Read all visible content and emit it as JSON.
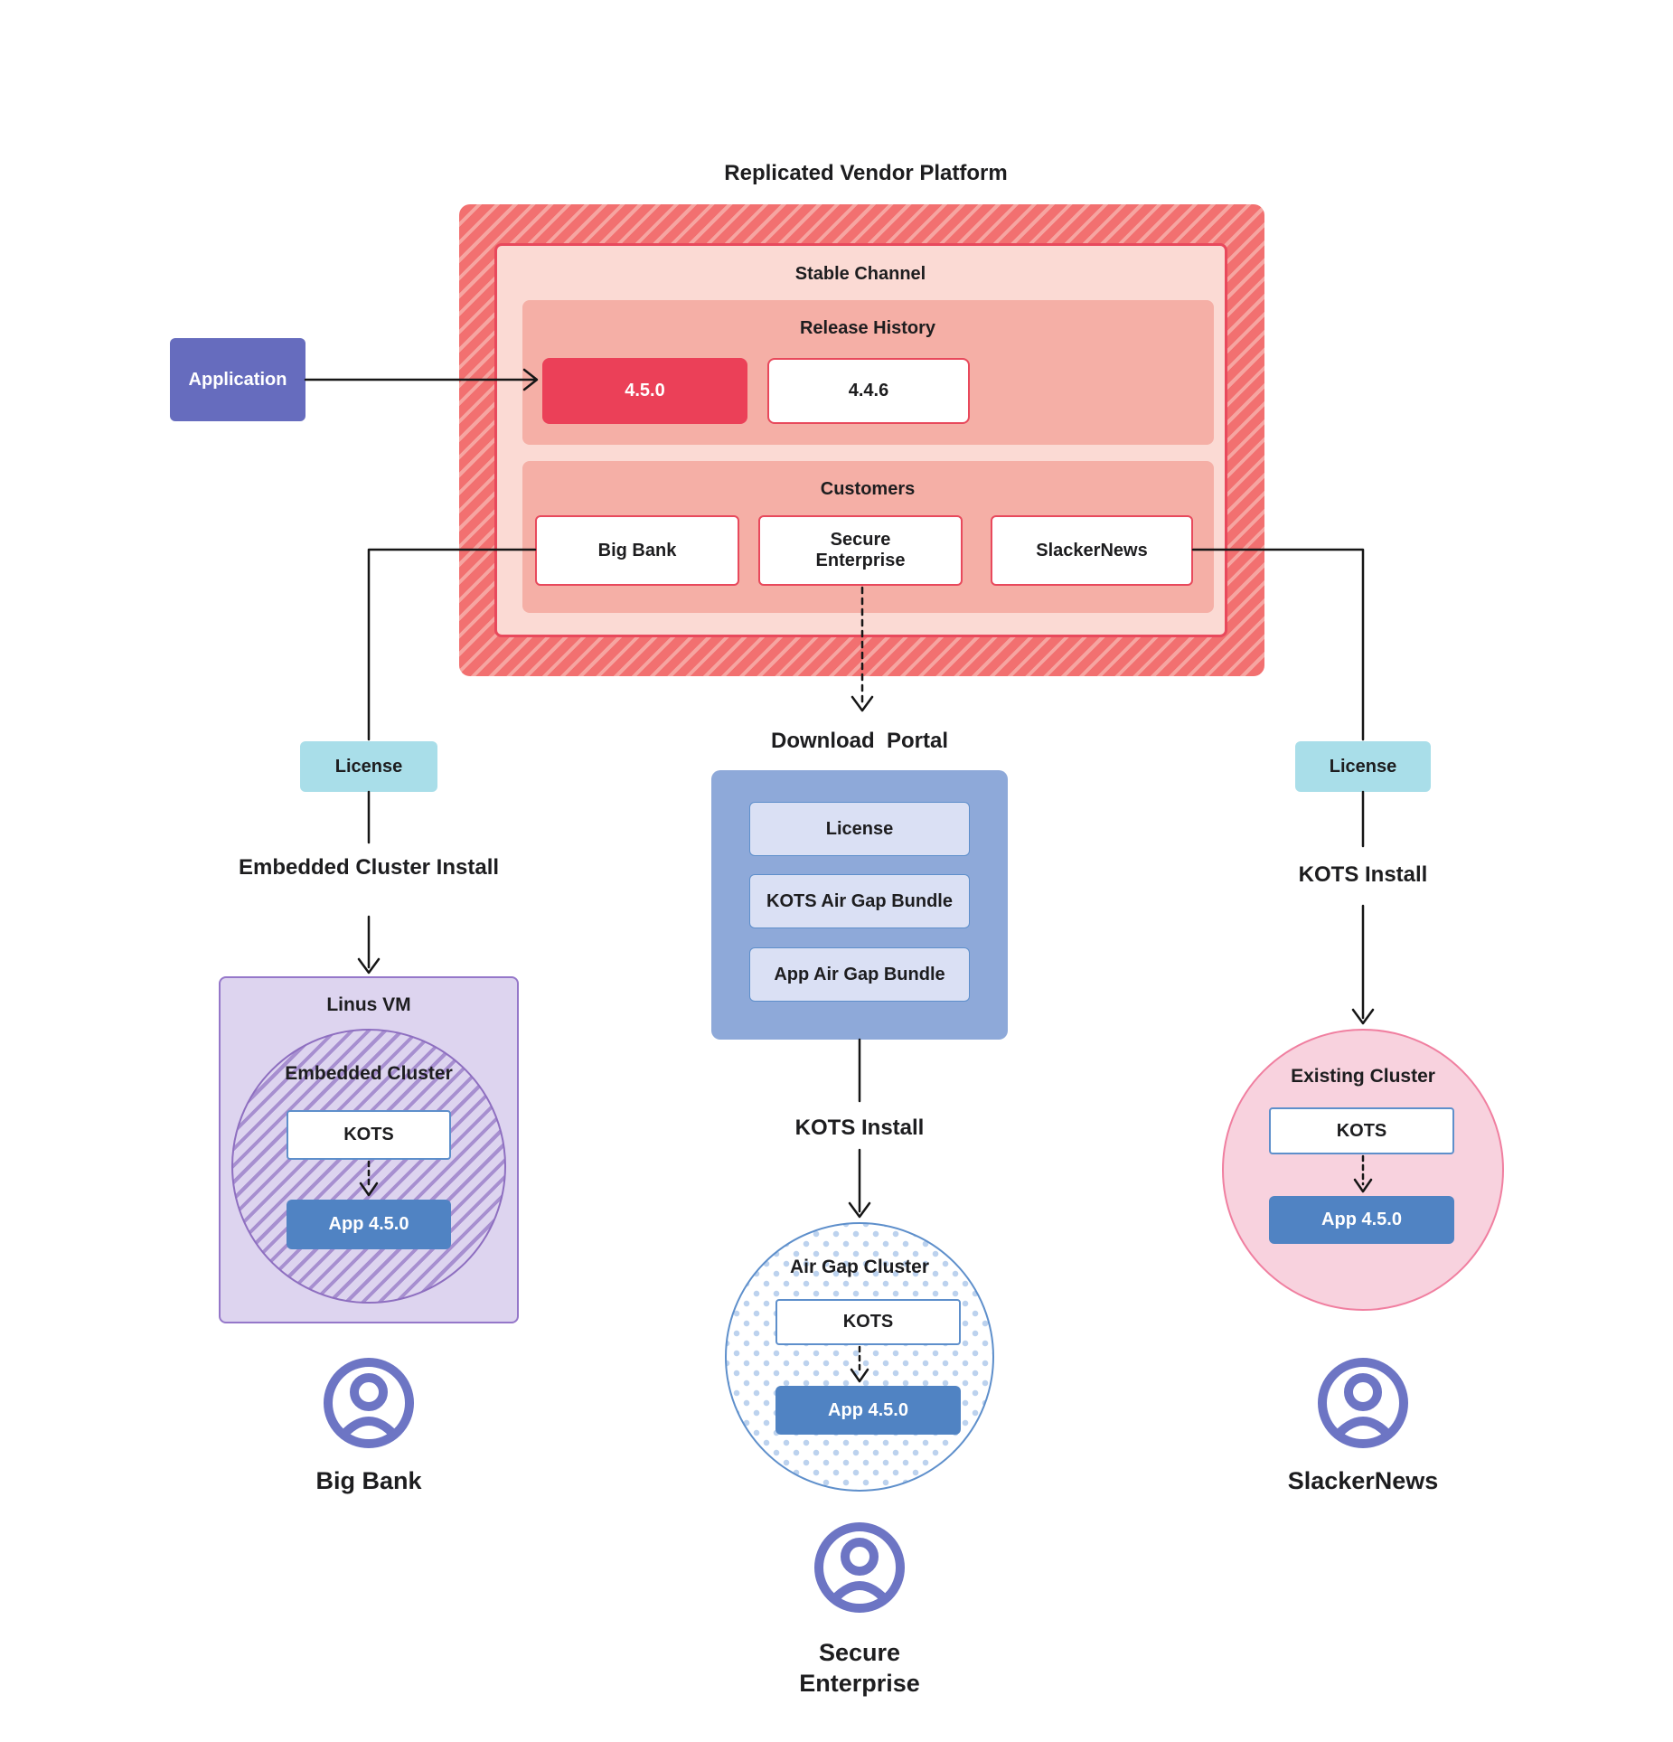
{
  "title": "Replicated Vendor Platform",
  "colors": {
    "channel_hatch": "#F27070",
    "channel_hatch_stripe": "#F6A5A1",
    "stable_fill": "#FBDAD4",
    "panel_fill": "#F5AFA6",
    "accent_red": "#E8495C",
    "release_highlight": "#EB4058",
    "application_purple": "#666CBE",
    "license_cyan": "#A9DEE9",
    "portal_blue": "#8EA9D9",
    "portal_item_fill": "#DAE0F4",
    "kots_border_blue": "#5E8FCB",
    "app_blue": "#5083C3",
    "vm_fill": "#DDD4EF",
    "vm_border": "#9577C9",
    "vm_hatch_stripe": "#A78FD0",
    "existing_fill": "#F8D2DE",
    "existing_border": "#F07FA0",
    "airgap_dot": "#BCD2EE",
    "person_purple": "#6D75C4"
  },
  "application": {
    "label": "Application"
  },
  "platform": {
    "stable_channel": {
      "label": "Stable Channel",
      "release_history": {
        "label": "Release History",
        "releases": [
          {
            "version": "4.5.0",
            "highlight": true
          },
          {
            "version": "4.4.6",
            "highlight": false
          }
        ]
      },
      "customers": {
        "label": "Customers",
        "items": [
          "Big Bank",
          "Secure Enterprise",
          "SlackerNews"
        ]
      }
    }
  },
  "download_portal": {
    "title": "Download  Portal",
    "items": [
      "License",
      "KOTS Air Gap Bundle",
      "App Air Gap Bundle"
    ]
  },
  "left_flow": {
    "license_label": "License",
    "install_label": "Embedded Cluster Install",
    "vm_title": "Linus VM",
    "cluster_label": "Embedded Cluster",
    "kots_label": "KOTS",
    "app_label": "App 4.5.0",
    "user_label": "Big Bank"
  },
  "middle_flow": {
    "install_label": "KOTS Install",
    "cluster_label": "Air Gap Cluster",
    "kots_label": "KOTS",
    "app_label": "App 4.5.0",
    "user_label": "Secure Enterprise"
  },
  "right_flow": {
    "license_label": "License",
    "install_label": "KOTS Install",
    "cluster_label": "Existing Cluster",
    "kots_label": "KOTS",
    "app_label": "App 4.5.0",
    "user_label": "SlackerNews"
  }
}
